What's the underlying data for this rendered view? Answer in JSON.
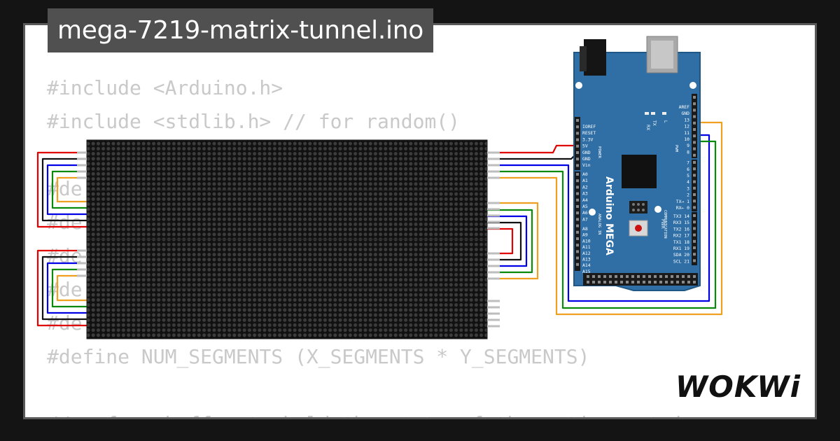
{
  "window": {
    "title": "mega-7219-matrix-tunnel.ino"
  },
  "code_lines": [
    "#include <Arduino.h>",
    "#include <stdlib.h> // for random()",
    "",
    "#de",
    "#de",
    "#de",
    "#de",
    "#de",
    "#define NUM_SEGMENTS (X_SEGMENTS * Y_SEGMENTS)",
    "",
    "// a framebuffer to hold the state of the entire matri"
  ],
  "board": {
    "name": "Arduino MEGA",
    "power_header": {
      "title": "POWER",
      "labels": [
        "IOREF",
        "RESET",
        "3.3V",
        "5V",
        "GND",
        "GND",
        "Vin"
      ]
    },
    "analog_header": {
      "title": "ANALOG IN",
      "labels": [
        "A0",
        "A1",
        "A2",
        "A3",
        "A4",
        "A5",
        "A6",
        "A7",
        "A8",
        "A9",
        "A10",
        "A11",
        "A12",
        "A13",
        "A14",
        "A15"
      ]
    },
    "pwm_labels": [
      "AREF",
      "GND",
      "13",
      "12",
      "11",
      "10",
      "9",
      "8",
      "7",
      "6",
      "5",
      "4",
      "3",
      "2",
      "TX→ 1",
      "RX← 0"
    ],
    "pwm_title": "PWM",
    "comm_labels": [
      "TX3 14",
      "RX3 15",
      "TX2 16",
      "RX2 17",
      "TX1 18",
      "RX1 19",
      "SDA 20",
      "SCL 21"
    ],
    "comm_title": "COMMUNICATION",
    "leds": [
      "RX",
      "TX",
      "L"
    ],
    "pwr_label": "PWR"
  },
  "brand": {
    "logo_text": "WOKWi"
  },
  "colors": {
    "board": "#2f6fa6",
    "board_edge": "#1f5786",
    "matrix": "#1a1a1a",
    "wire_red": "#e00000",
    "wire_black": "#111111",
    "wire_blue": "#0000e6",
    "wire_green": "#0a8a0a",
    "wire_orange": "#f0a020"
  }
}
